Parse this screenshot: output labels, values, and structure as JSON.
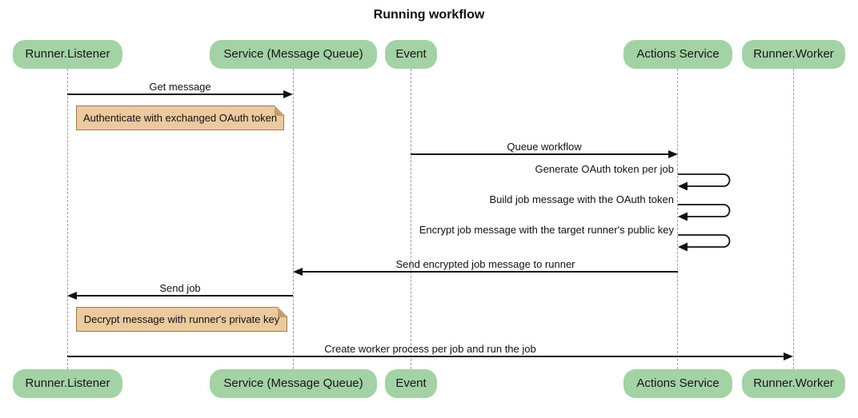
{
  "title": "Running workflow",
  "participants": [
    {
      "label": "Runner.Listener"
    },
    {
      "label": "Service (Message Queue)"
    },
    {
      "label": "Event"
    },
    {
      "label": "Actions Service"
    },
    {
      "label": "Runner.Worker"
    }
  ],
  "messages": [
    {
      "label": "Get message",
      "from": "Runner.Listener",
      "to": "Service (Message Queue)",
      "direction": "right"
    },
    {
      "label": "Queue workflow",
      "from": "Event",
      "to": "Actions Service",
      "direction": "right"
    },
    {
      "label": "Generate OAuth token per job",
      "from": "Actions Service",
      "to": "Actions Service",
      "direction": "self"
    },
    {
      "label": "Build job message with the OAuth token",
      "from": "Actions Service",
      "to": "Actions Service",
      "direction": "self"
    },
    {
      "label": "Encrypt job message with the target runner's public key",
      "from": "Actions Service",
      "to": "Actions Service",
      "direction": "self"
    },
    {
      "label": "Send encrypted job message to runner",
      "from": "Actions Service",
      "to": "Service (Message Queue)",
      "direction": "left"
    },
    {
      "label": "Send job",
      "from": "Service (Message Queue)",
      "to": "Runner.Listener",
      "direction": "left"
    },
    {
      "label": "Create worker process per job and run the job",
      "from": "Runner.Listener",
      "to": "Runner.Worker",
      "direction": "right"
    }
  ],
  "notes": [
    {
      "text": "Authenticate with exchanged OAuth token",
      "position": "right of Runner.Listener"
    },
    {
      "text": "Decrypt message with runner's private key",
      "position": "right of Runner.Listener"
    }
  ],
  "colors": {
    "participant_fill": "#a3d3a4",
    "note_fill": "#edc9a0",
    "note_border": "#9b7c51",
    "line_color": "#111111",
    "lifeline_color": "#9a9a9a",
    "background": "#ffffff",
    "text": "#111111"
  }
}
